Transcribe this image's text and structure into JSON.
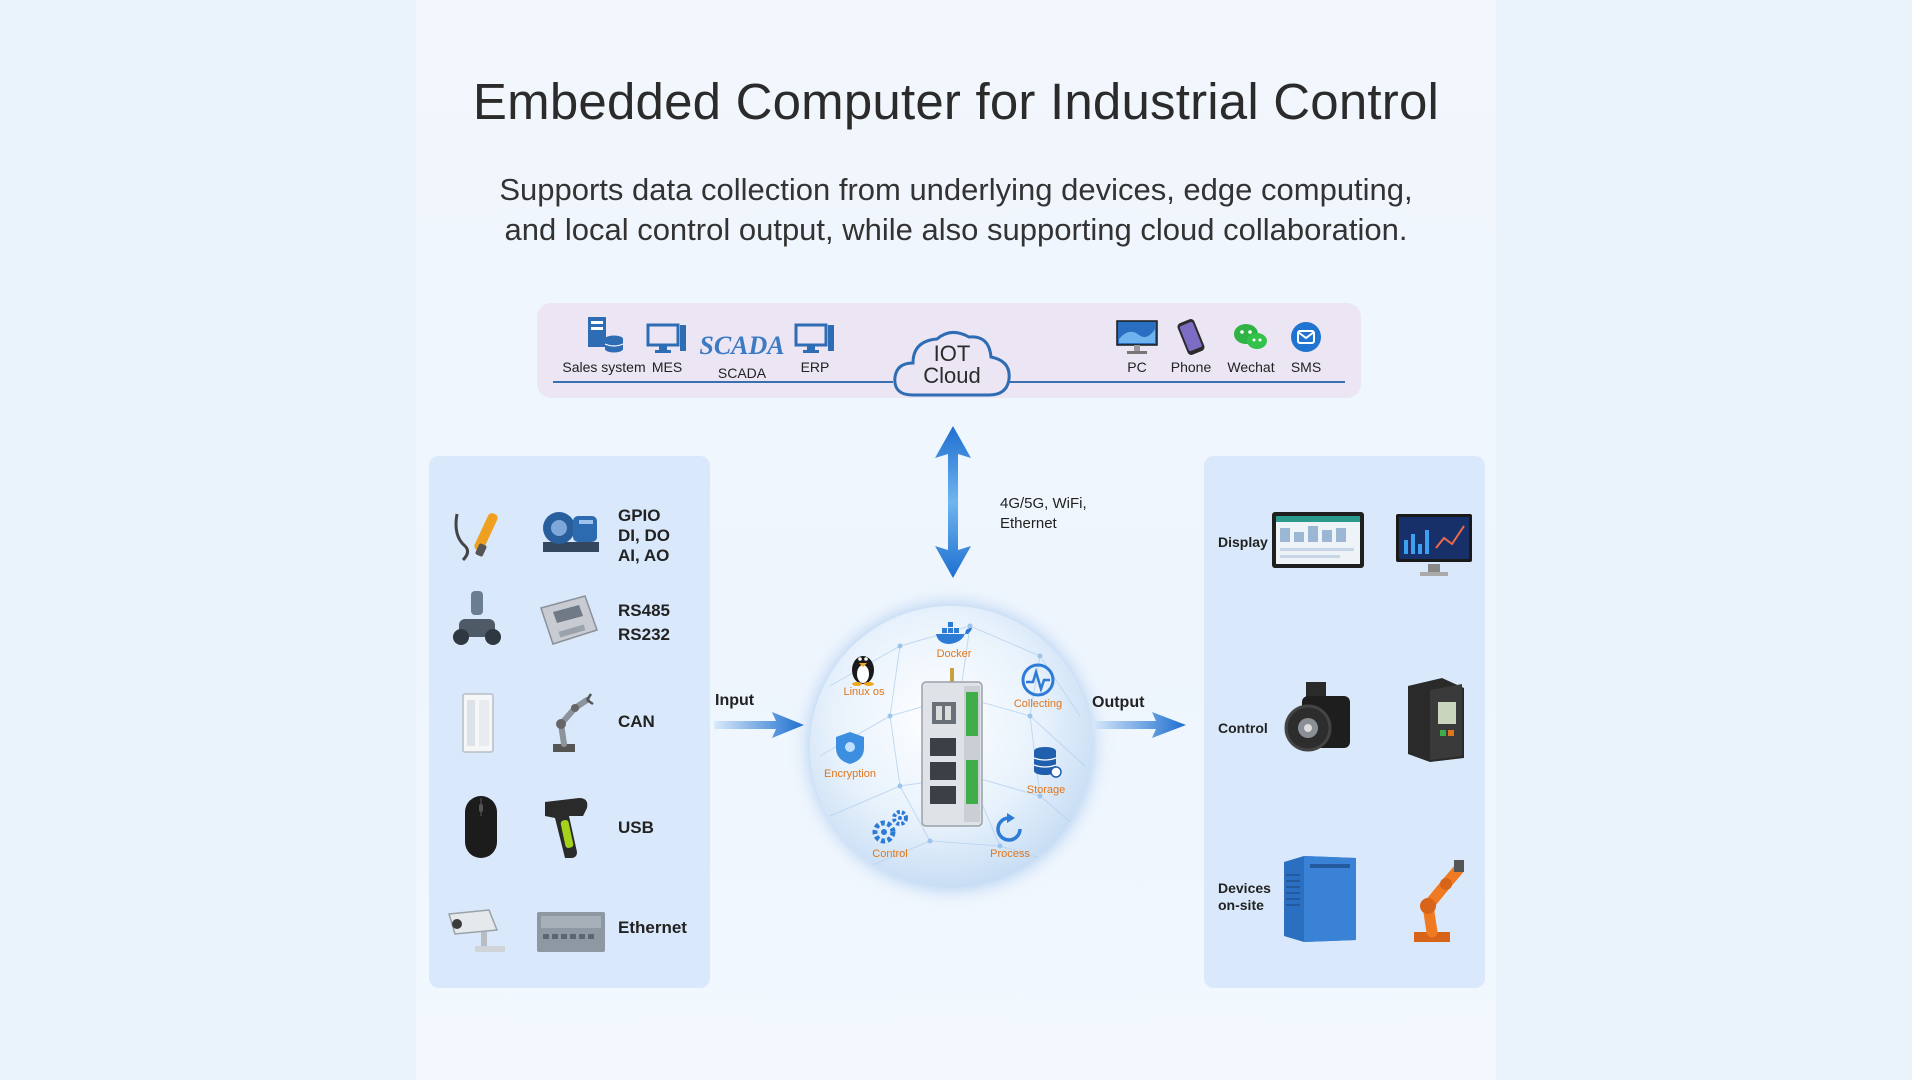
{
  "header": {
    "title": "Embedded Computer for Industrial Control",
    "subtitle_line1": "Supports data collection from underlying devices, edge computing,",
    "subtitle_line2": "and local control output, while also supporting cloud collaboration."
  },
  "cloud_bar": {
    "left_items": [
      "Sales system",
      "MES",
      "SCADA",
      "ERP"
    ],
    "scada_logo": "SCADA",
    "cloud_line1": "IOT",
    "cloud_line2": "Cloud",
    "right_items": [
      "PC",
      "Phone",
      "Wechat",
      "SMS"
    ]
  },
  "connection": {
    "line1": "4G/5G, WiFi,",
    "line2": "Ethernet"
  },
  "input_panel": {
    "label_input": "Input",
    "rows": [
      {
        "label_lines": [
          "GPIO",
          "DI, DO",
          "AI, AO"
        ]
      },
      {
        "label_lines": [
          "RS485",
          "RS232"
        ]
      },
      {
        "label_lines": [
          "CAN"
        ]
      },
      {
        "label_lines": [
          "USB"
        ]
      },
      {
        "label_lines": [
          "Ethernet"
        ]
      }
    ]
  },
  "sphere": {
    "labels": {
      "docker": "Docker",
      "linux": "Linux os",
      "collecting": "Collecting",
      "encryption": "Encryption",
      "storage": "Storage",
      "control": "Control",
      "process": "Process"
    }
  },
  "output_panel": {
    "label_output": "Output",
    "rows": {
      "display": "Display",
      "control": "Control",
      "devices_line1": "Devices",
      "devices_line2": "on-site"
    }
  },
  "colors": {
    "accent_blue": "#2e7bd6",
    "panel_bg": "#d9e8fa",
    "cloud_bar_bg": "#ece5f3",
    "orange": "#e0761b"
  }
}
